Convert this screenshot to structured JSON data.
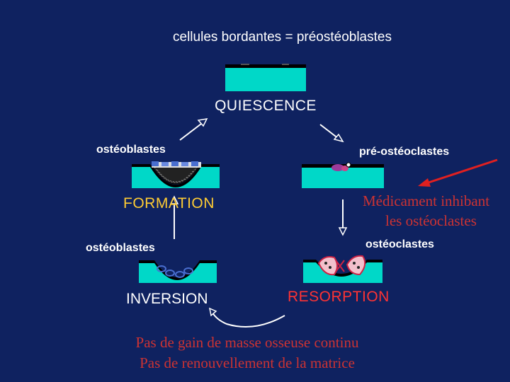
{
  "header": {
    "title": "cellules bordantes = préostéoblastes"
  },
  "states": {
    "quiescence": "QUIESCENCE",
    "formation": "FORMATION",
    "resorption": "RESORPTION",
    "inversion": "INVERSION"
  },
  "cells": {
    "osteoblastes_top": "ostéoblastes",
    "pre_osteoclastes": "pré-ostéoclastes",
    "osteoclastes": "ostéoclastes",
    "osteoblastes_bottom": "ostéoblastes"
  },
  "drug": {
    "line1": "Médicament inhibant",
    "line2": "les ostéoclastes"
  },
  "footer": {
    "line1": "Pas de gain de masse osseuse continu",
    "line2": "Pas de renouvellement de la matrice"
  },
  "colors": {
    "background": "#0f2260",
    "bone": "#00d8c8",
    "formation_label": "#ffcc33",
    "resorption_label": "#ff3333",
    "drug_text": "#cc3333",
    "drug_arrow": "#e02020"
  }
}
